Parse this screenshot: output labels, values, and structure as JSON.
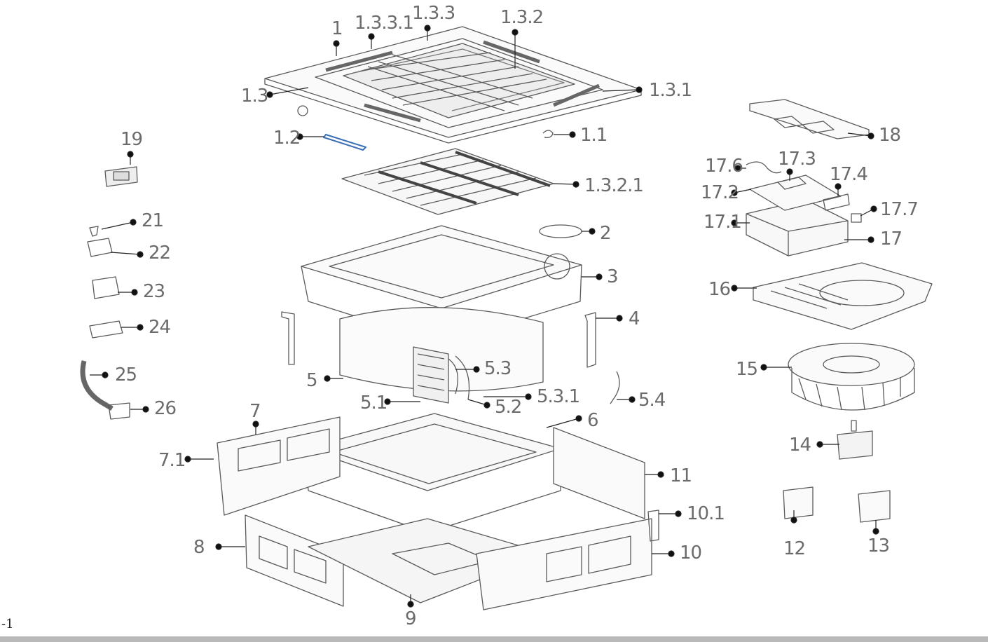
{
  "labels": [
    "1",
    "1.3.3.1",
    "1.3.3",
    "1.3.2",
    "1.3",
    "1.3.1",
    "1.2",
    "1.1",
    "1.3.2.1",
    "19",
    "21",
    "22",
    "23",
    "24",
    "25",
    "26",
    "2",
    "3",
    "4",
    "5",
    "5.3",
    "5.1",
    "5.2",
    "5.3.1",
    "5.4",
    "6",
    "7",
    "7.1",
    "8",
    "9",
    "10",
    "10.1",
    "11",
    "12",
    "13",
    "14",
    "15",
    "16",
    "17",
    "17.1",
    "17.2",
    "17.3",
    "17.4",
    "17.6",
    "17.7",
    "18"
  ],
  "footer": "-1",
  "colors": {
    "line": "#5a5a5a",
    "label": "#6b6b6b",
    "highlight": "#3b6fb6"
  }
}
